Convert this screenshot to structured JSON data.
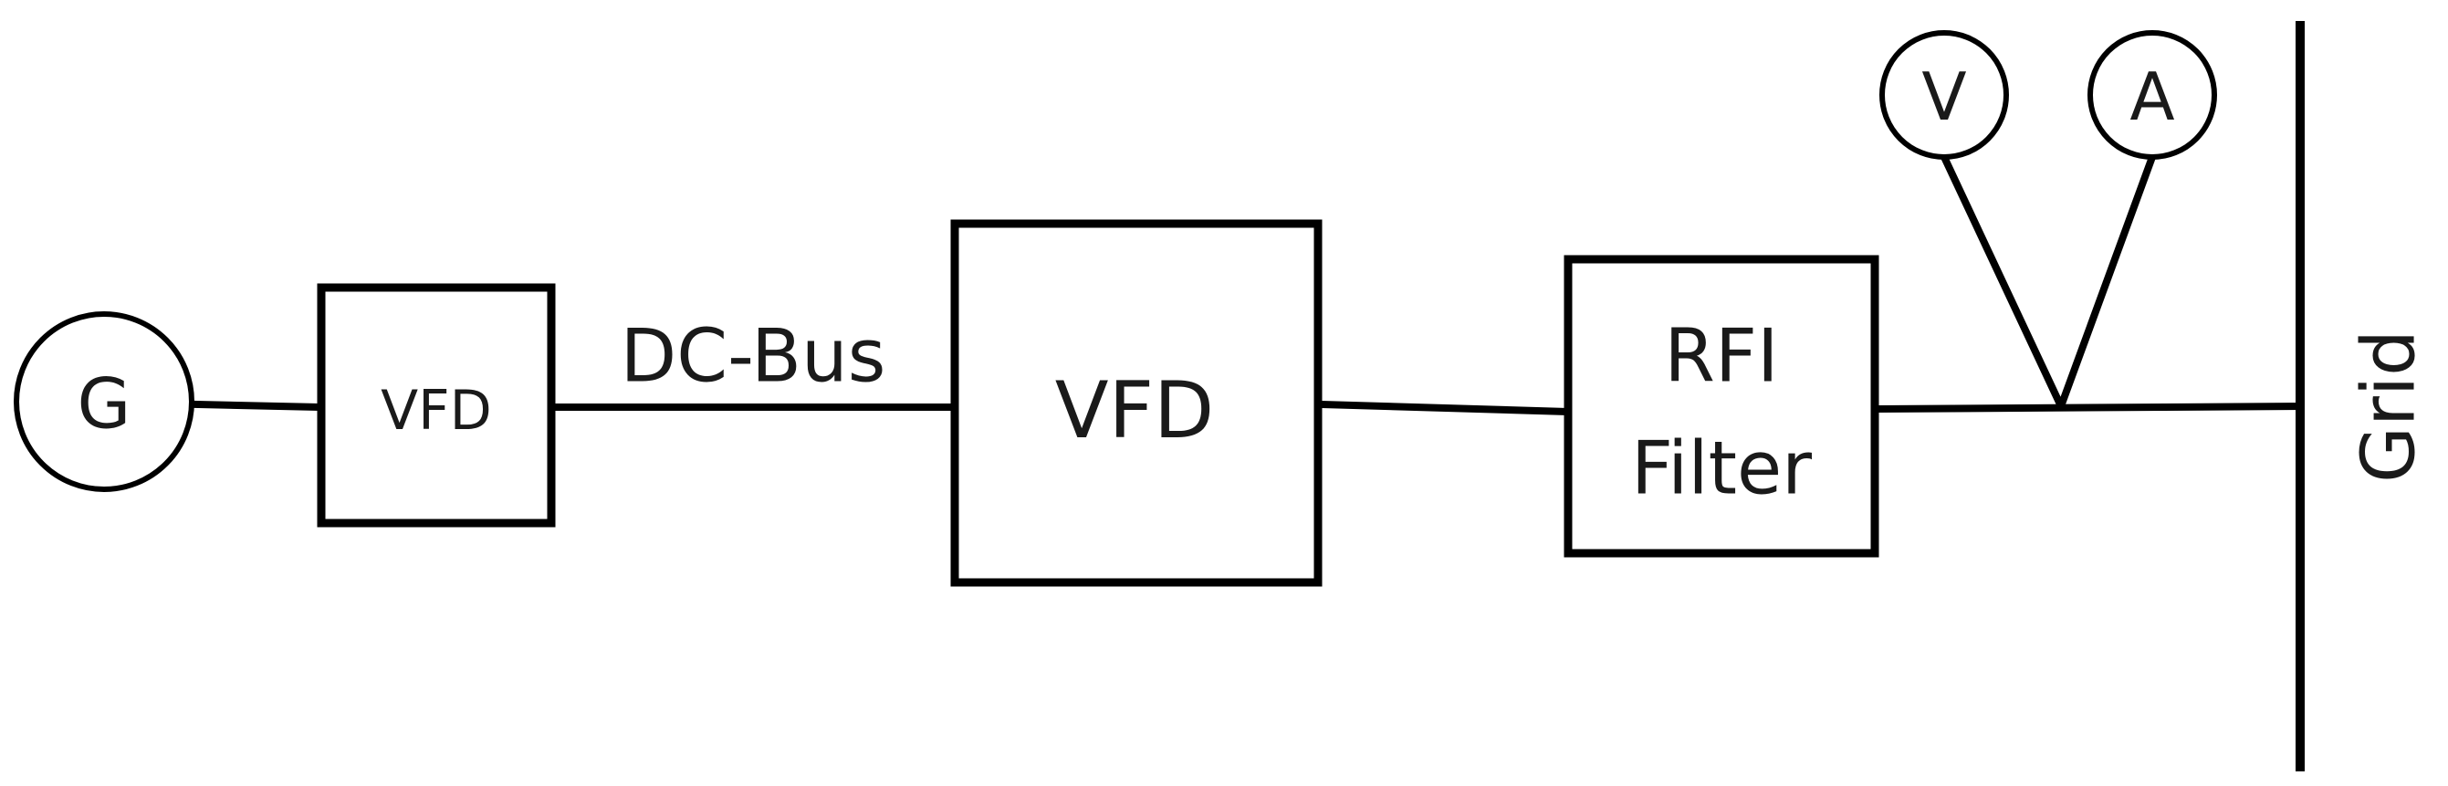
{
  "diagram": {
    "generator_label": "G",
    "small_vfd_label": "VFD",
    "dc_bus_label": "DC-Bus",
    "large_vfd_label": "VFD",
    "rfi_filter_label_line1": "RFI",
    "rfi_filter_label_line2": "Filter",
    "voltmeter_label": "V",
    "ammeter_label": "A",
    "grid_label": "Grid"
  }
}
